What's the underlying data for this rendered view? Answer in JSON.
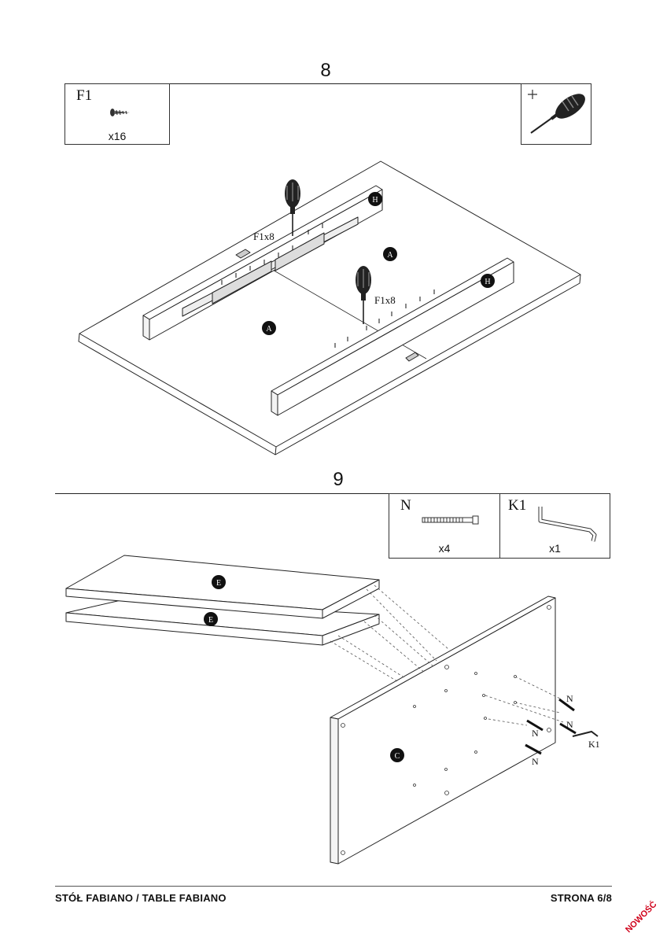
{
  "steps": [
    {
      "number": "8",
      "parts": [
        {
          "code": "F1",
          "qty": "x16",
          "icon": "screw-icon"
        }
      ],
      "tool_icon": "screwdriver-icon",
      "callouts": {
        "screw_count_1": "F1x8",
        "screw_count_2": "F1x8",
        "top": "A",
        "rail": "H"
      }
    },
    {
      "number": "9",
      "parts": [
        {
          "code": "N",
          "qty": "x4",
          "icon": "bolt-icon"
        },
        {
          "code": "K1",
          "qty": "x1",
          "icon": "allen-key-icon"
        }
      ],
      "callouts": {
        "shelf": "E",
        "side_panel": "C",
        "bolt": "N",
        "key": "K1"
      }
    }
  ],
  "footer": {
    "title": "STÓŁ FABIANO / TABLE FABIANO",
    "page": "STRONA 6/8"
  },
  "stamp": "NOWOŚĆ"
}
